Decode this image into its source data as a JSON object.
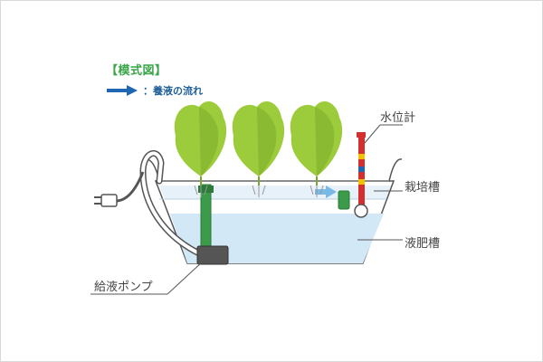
{
  "legend": {
    "title": "【模式図】",
    "flow_label": "：養液の流れ"
  },
  "labels": {
    "water_gauge": "水位計",
    "cultivation_tank": "栽培槽",
    "nutrient_tank": "液肥槽",
    "feed_pump": "給液ポンプ"
  },
  "colors": {
    "legend_green": "#3aa64a",
    "flow_arrow": "#1f66b3",
    "liquid": "#cfe6f7",
    "lettuce": "#9ccb3b",
    "pipe": "#3c9a4b",
    "gauge_red": "#d32f2f"
  }
}
